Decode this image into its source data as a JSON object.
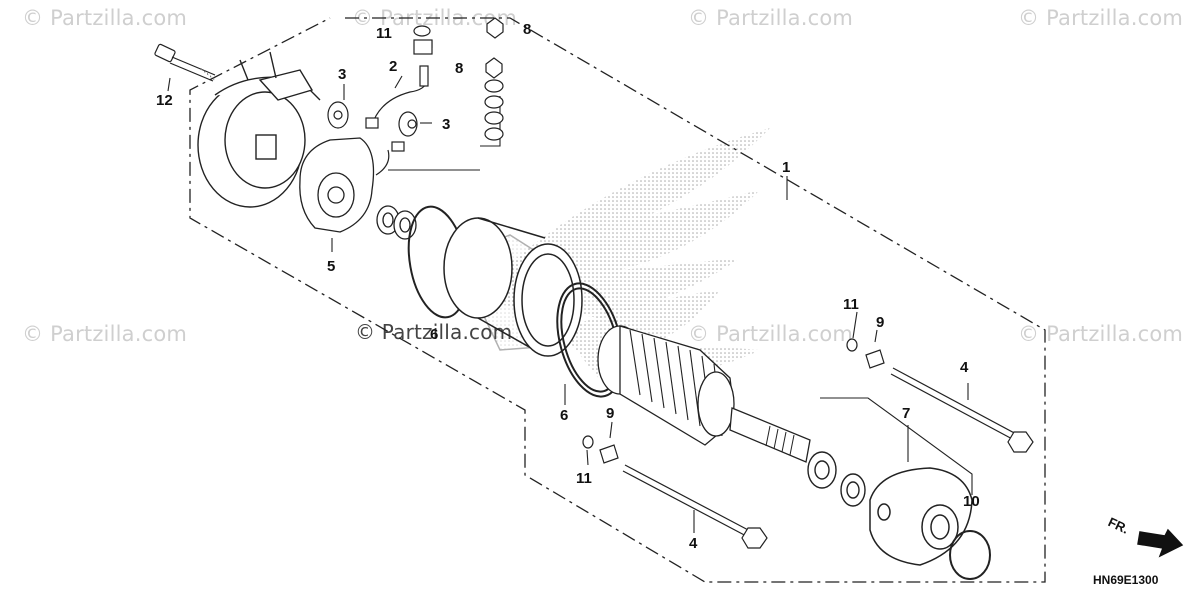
{
  "watermark_text": "© Partzilla.com",
  "diagram_code": "HN69E1300",
  "direction_label": "FR.",
  "callouts": {
    "c1": "1",
    "c2": "2",
    "c3a": "3",
    "c3b": "3",
    "c4a": "4",
    "c4b": "4",
    "c5": "5",
    "c6a": "6",
    "c6b": "6",
    "c7": "7",
    "c8a": "8",
    "c8b": "8",
    "c9a": "9",
    "c9b": "9",
    "c10": "10",
    "c11a": "11",
    "c11b": "11",
    "c11c": "11",
    "c12": "12"
  },
  "icons": {
    "direction": "arrow-right-icon",
    "brand_mark": "wing-logo-icon"
  }
}
